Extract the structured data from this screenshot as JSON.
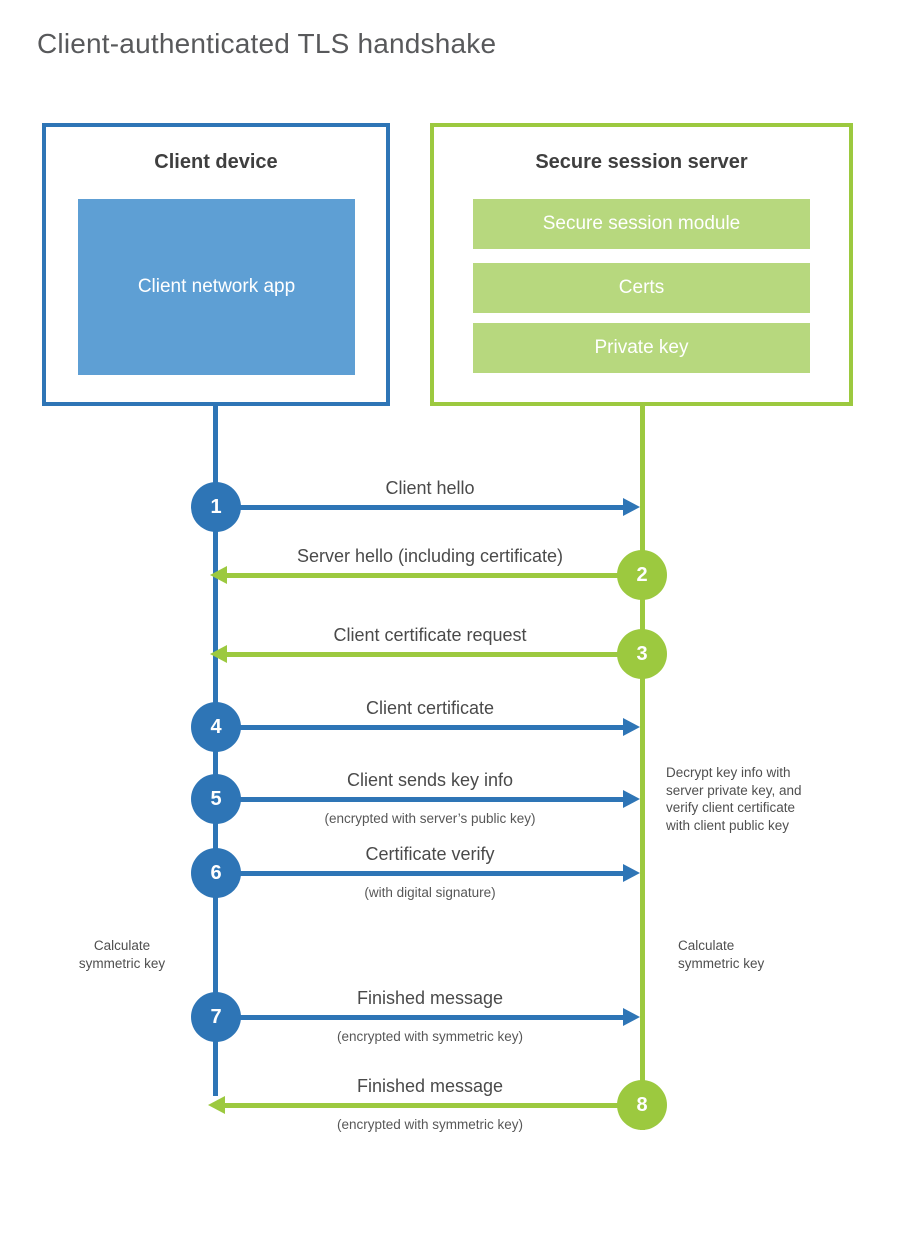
{
  "title": "Client-authenticated TLS handshake",
  "colors": {
    "blue_accent": "#2e75b6",
    "blue_fill": "#5e9fd4",
    "green_accent": "#9cc93f",
    "green_fill": "#b7d87e",
    "title_gray": "#58595b",
    "label_gray": "#4a4a4a"
  },
  "client_box": {
    "title": "Client device",
    "module": "Client network app"
  },
  "server_box": {
    "title": "Secure session server",
    "modules": [
      "Secure session module",
      "Certs",
      "Private key"
    ]
  },
  "steps": [
    {
      "num": "1",
      "direction": "client-to-server",
      "label": "Client hello",
      "sub": ""
    },
    {
      "num": "2",
      "direction": "server-to-client",
      "label": "Server hello (including certificate)",
      "sub": ""
    },
    {
      "num": "3",
      "direction": "server-to-client",
      "label": "Client certificate request",
      "sub": ""
    },
    {
      "num": "4",
      "direction": "client-to-server",
      "label": "Client certificate",
      "sub": ""
    },
    {
      "num": "5",
      "direction": "client-to-server",
      "label": "Client sends key info",
      "sub": "(encrypted with server’s public key)"
    },
    {
      "num": "6",
      "direction": "client-to-server",
      "label": "Certificate verify",
      "sub": "(with digital signature)"
    },
    {
      "num": "7",
      "direction": "client-to-server",
      "label": "Finished message",
      "sub": "(encrypted with symmetric key)"
    },
    {
      "num": "8",
      "direction": "server-to-client",
      "label": "Finished message",
      "sub": "(encrypted with symmetric key)"
    }
  ],
  "annotations": {
    "decrypt_note": "Decrypt key info with\nserver private key, and\nverify client certificate\nwith client public key",
    "calc_left": "Calculate\nsymmetric key",
    "calc_right": "Calculate\nsymmetric key"
  }
}
